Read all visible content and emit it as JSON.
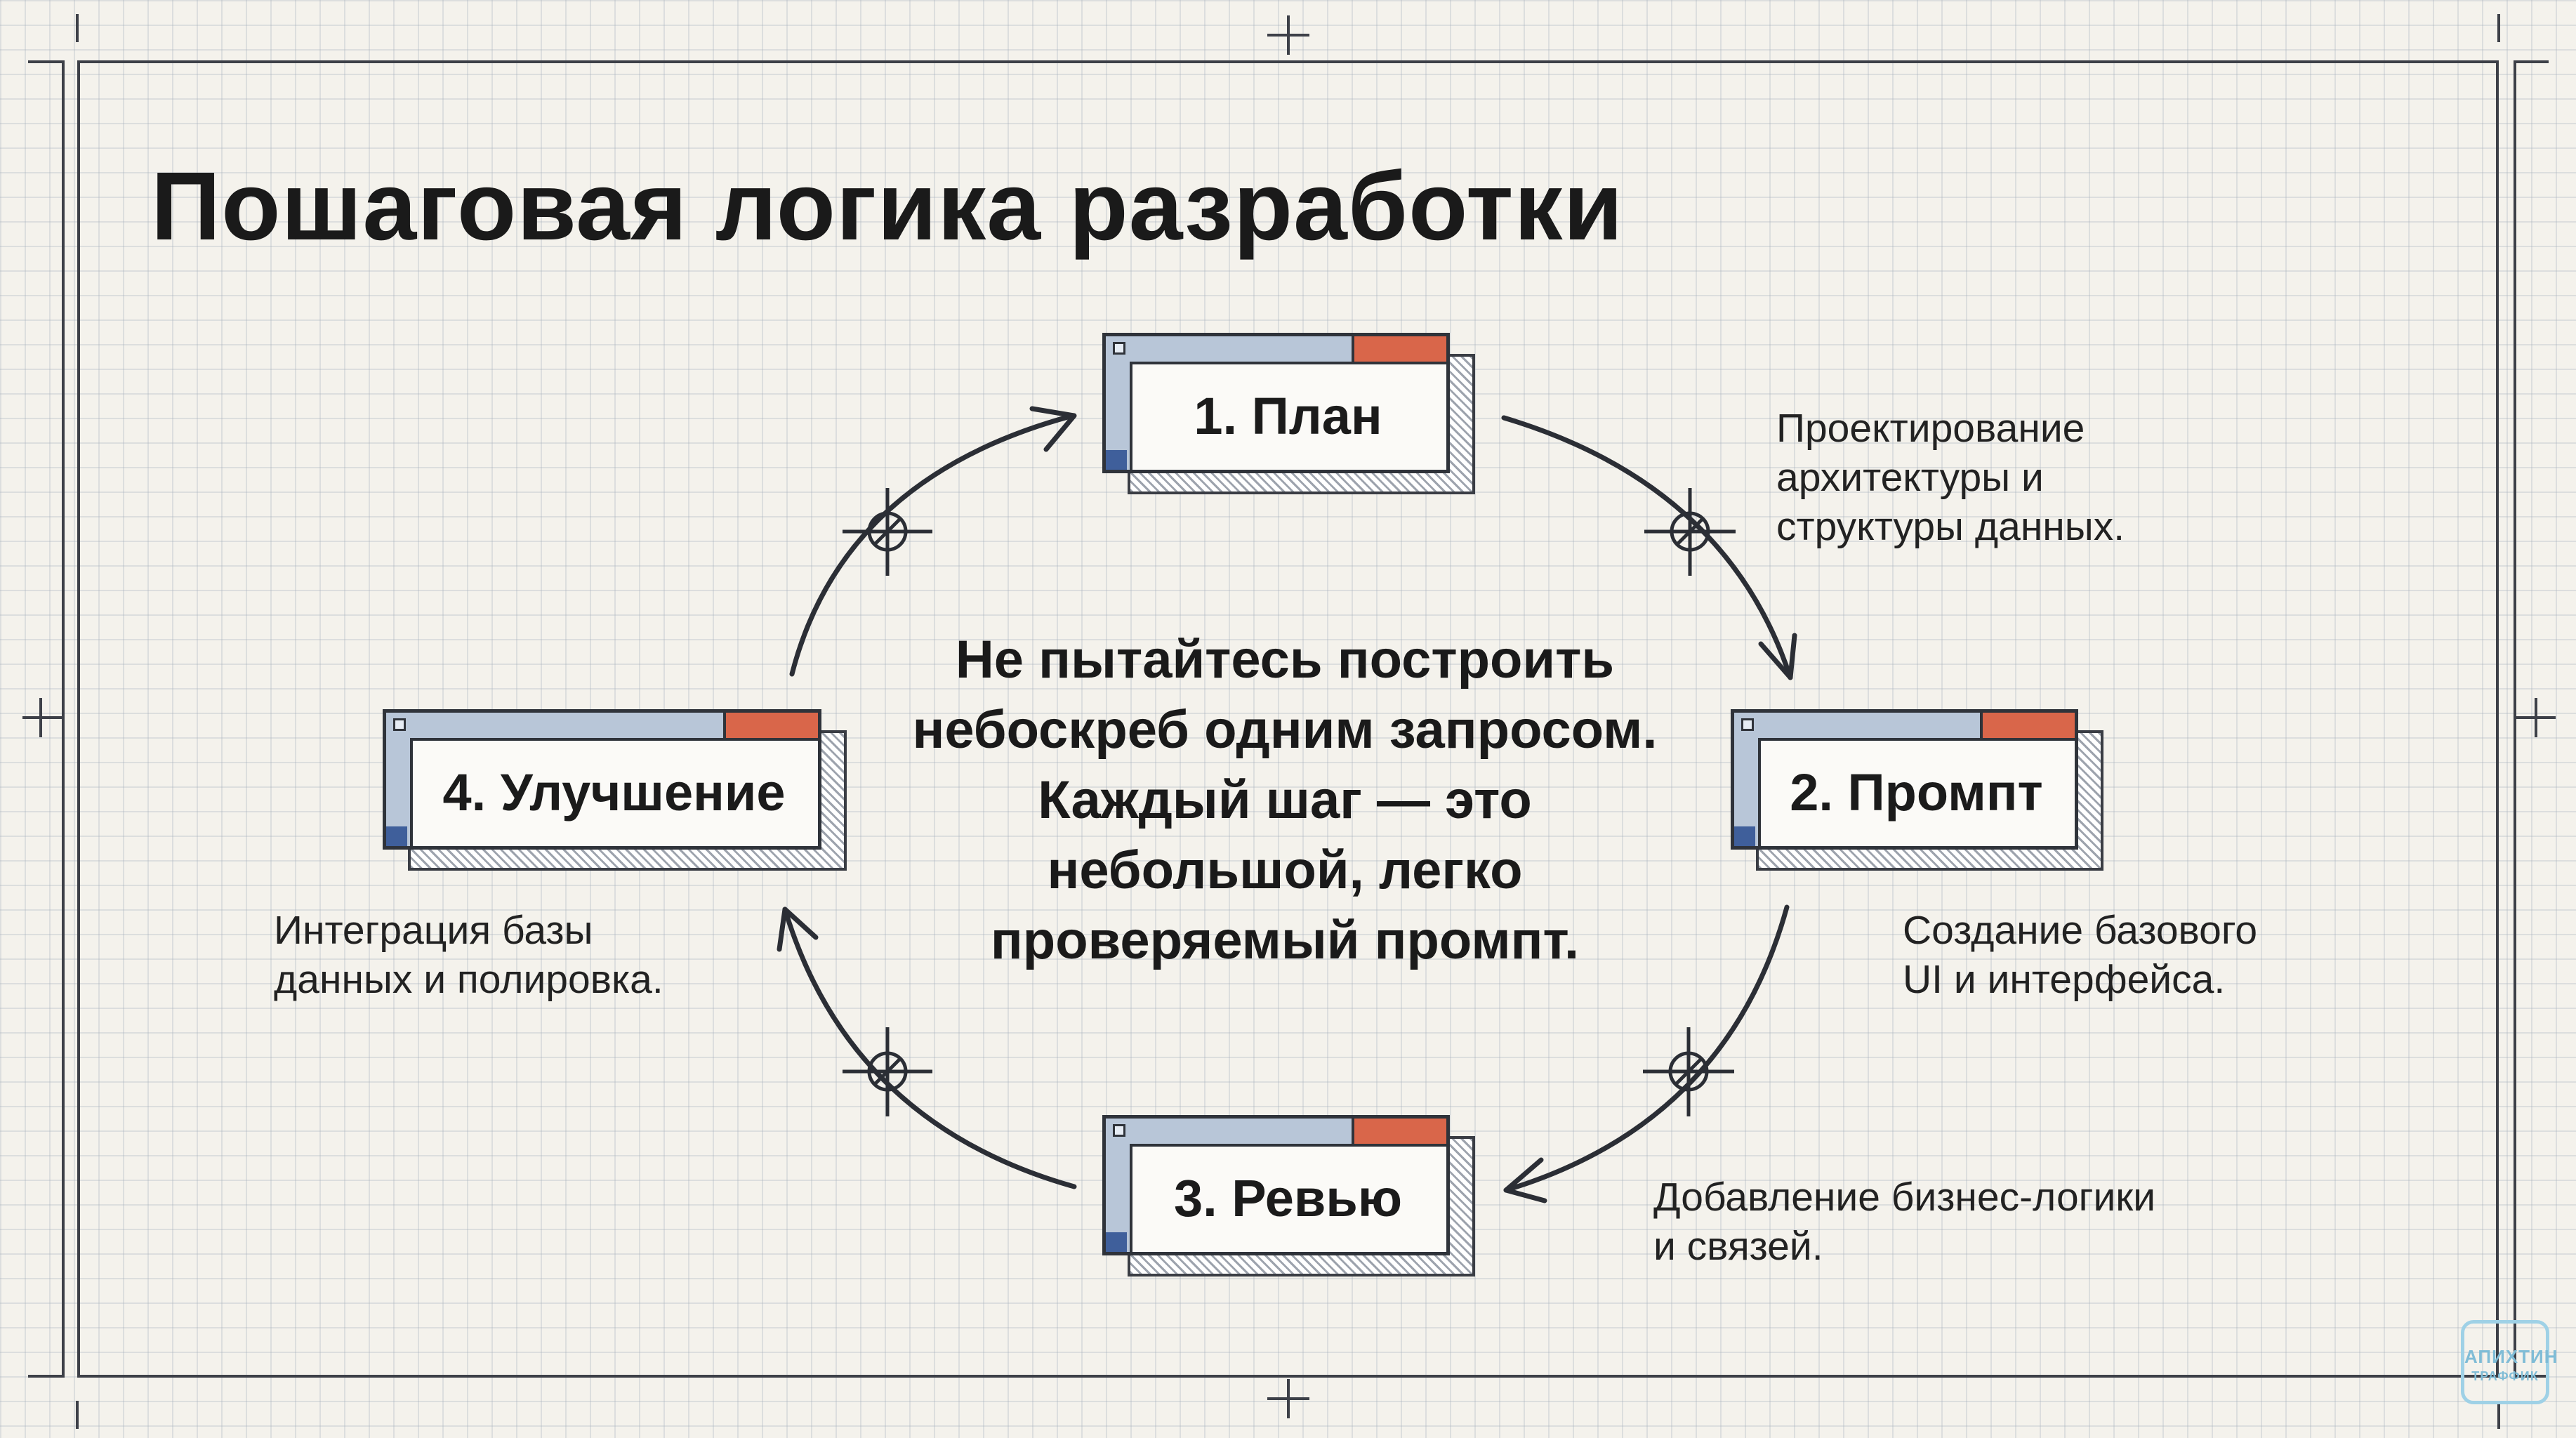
{
  "title": "Пошаговая логика разработки",
  "center_text": "Не пытайтесь построить\nнебоскреб одним запросом.\nКаждый шаг — это\nнебольшой, легко\nпроверяемый промпт.",
  "steps": [
    {
      "label": "1. План",
      "description": "Проектирование\nархитектуры и\nструктуры данных."
    },
    {
      "label": "2. Промпт",
      "description": "Создание базового\nUI и интерфейса."
    },
    {
      "label": "3. Ревью",
      "description": "Добавление бизнес-логики\nи связей."
    },
    {
      "label": "4. Улучшение",
      "description": "Интеграция базы\nданных и полировка."
    }
  ],
  "watermark": {
    "line1": "АПИХТИН",
    "line2": "ТРАФФИК"
  },
  "colors": {
    "background": "#f4f2ec",
    "titlebar": "#b8c6d8",
    "close_button": "#d9664a",
    "sidebar_tip": "#3f5f9b",
    "stroke": "#2f333a"
  }
}
